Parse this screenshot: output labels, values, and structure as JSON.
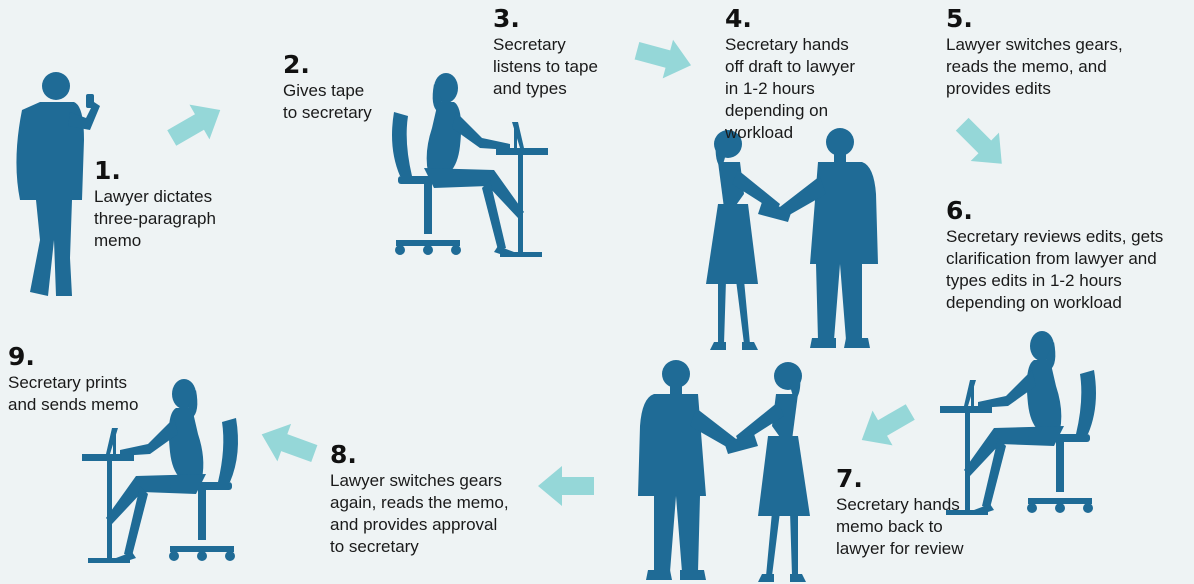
{
  "steps": [
    {
      "number": "1.",
      "text": "Lawyer dictates\nthree-paragraph\nmemo"
    },
    {
      "number": "2.",
      "text": "Gives tape\nto secretary"
    },
    {
      "number": "3.",
      "text": "Secretary\nlistens to tape\nand types"
    },
    {
      "number": "4.",
      "text": "Secretary hands\noff draft to lawyer\nin 1-2 hours\ndepending on\nworkload"
    },
    {
      "number": "5.",
      "text": "Lawyer switches gears,\nreads the memo, and\nprovides edits"
    },
    {
      "number": "6.",
      "text": "Secretary reviews edits, gets\nclarification from lawyer and\ntypes edits in 1-2 hours\ndepending on workload"
    },
    {
      "number": "7.",
      "text": "Secretary hands\nmemo back to\nlawyer for review"
    },
    {
      "number": "8.",
      "text": "Lawyer switches gears\nagain, reads the memo,\nand provides approval\nto secretary"
    },
    {
      "number": "9.",
      "text": "Secretary prints\nand sends memo"
    }
  ],
  "colors": {
    "background": "#eef3f4",
    "figure": "#1f6b96",
    "arrow": "#95d7d8"
  }
}
